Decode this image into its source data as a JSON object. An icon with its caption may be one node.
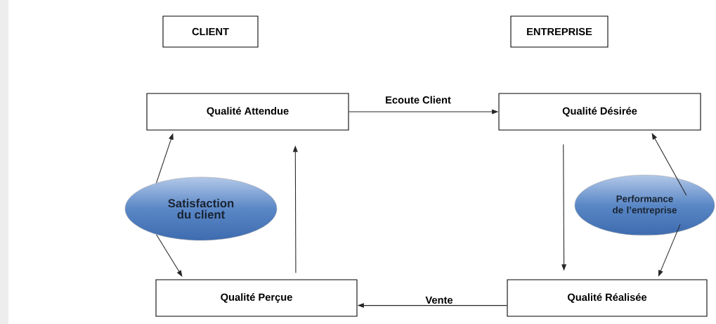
{
  "diagram": {
    "nodes": [
      {
        "text": [
          "CLIENT"
        ]
      },
      {
        "text": [
          "ENTREPRISE"
        ]
      },
      {
        "text": [
          "Qualité Attendue"
        ]
      },
      {
        "text": [
          "Qualité Désirée"
        ]
      },
      {
        "text": [
          "Satisfaction du client"
        ]
      },
      {
        "text": [
          "Performance de l’entreprise"
        ]
      },
      {
        "text": [
          "Qualité Perçue"
        ]
      },
      {
        "text": [
          "Qualité Réalisée"
        ]
      }
    ],
    "edges": [
      {
        "from": 2,
        "to": 3,
        "arrow": "to",
        "label": "Ecoute Client"
      },
      {
        "from": 3,
        "to": 7,
        "arrow": "to"
      },
      {
        "from": 7,
        "to": 6,
        "arrow": "to",
        "label": "Vente"
      },
      {
        "from": 6,
        "to": 2,
        "arrow": "to"
      },
      {
        "from": 4,
        "to": 2,
        "arrow": "to"
      },
      {
        "from": 4,
        "to": 6,
        "arrow": "to"
      },
      {
        "from": 5,
        "to": 3,
        "arrow": "to"
      },
      {
        "from": 5,
        "to": 7,
        "arrow": "to"
      }
    ]
  }
}
